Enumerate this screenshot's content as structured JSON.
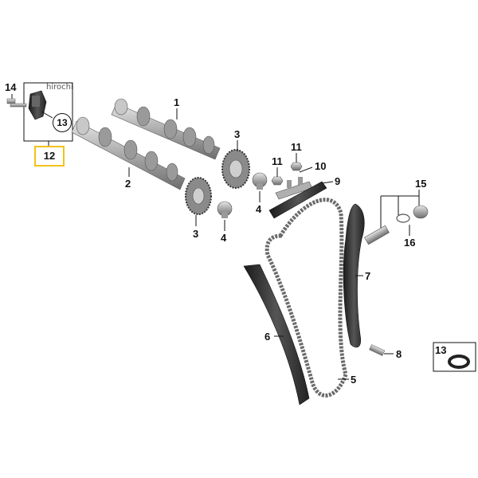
{
  "watermark": "hirochi",
  "callouts": {
    "c1": "1",
    "c2": "2",
    "c3a": "3",
    "c3b": "3",
    "c4a": "4",
    "c4b": "4",
    "c5": "5",
    "c6": "6",
    "c7": "7",
    "c8": "8",
    "c9": "9",
    "c10": "10",
    "c11a": "11",
    "c11b": "11",
    "c12": "12",
    "c13a": "13",
    "c13b": "13",
    "c14": "14",
    "c15": "15",
    "c16": "16"
  },
  "colors": {
    "line": "#111111",
    "highlight": "#f2c21b",
    "part_metal": "#b9b9b9",
    "part_dark": "#3a3a3a"
  }
}
